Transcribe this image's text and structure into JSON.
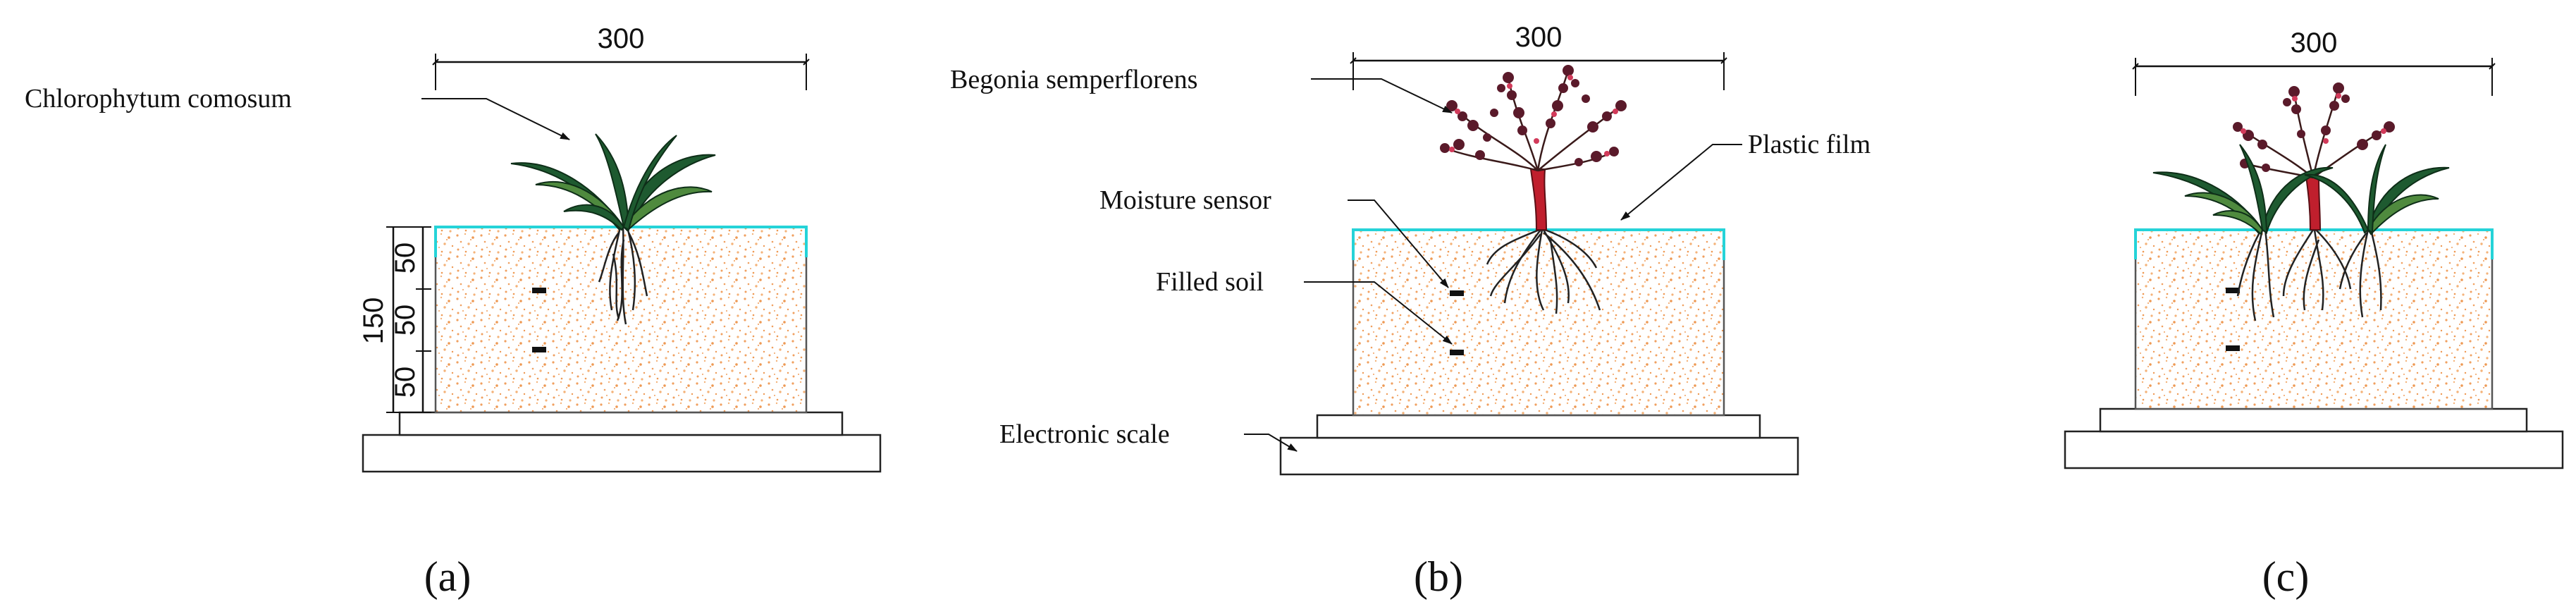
{
  "panels": [
    {
      "caption_letter": "a",
      "width_label": "300",
      "height_total": "150",
      "layer_labels": [
        "50",
        "50",
        "50"
      ]
    },
    {
      "caption_letter": "b",
      "width_label": "300"
    },
    {
      "caption_letter": "c",
      "width_label": "300"
    }
  ],
  "labels": {
    "chlorophytum": "Chlorophytum comosum",
    "begonia": "Begonia semperflorens",
    "plastic_film": "Plastic film",
    "moisture_sensor": "Moisture sensor",
    "filled_soil": "Filled soil",
    "electronic_scale": "Electronic scale"
  },
  "colors": {
    "soil_dot": "#f0a060",
    "plastic_film": "#25d3d8",
    "leaf": "#1e5a30",
    "leaf_light": "#4f8a3e",
    "stem": "#c01f2d",
    "flower": "#5a1a2a",
    "root": "#222222"
  }
}
